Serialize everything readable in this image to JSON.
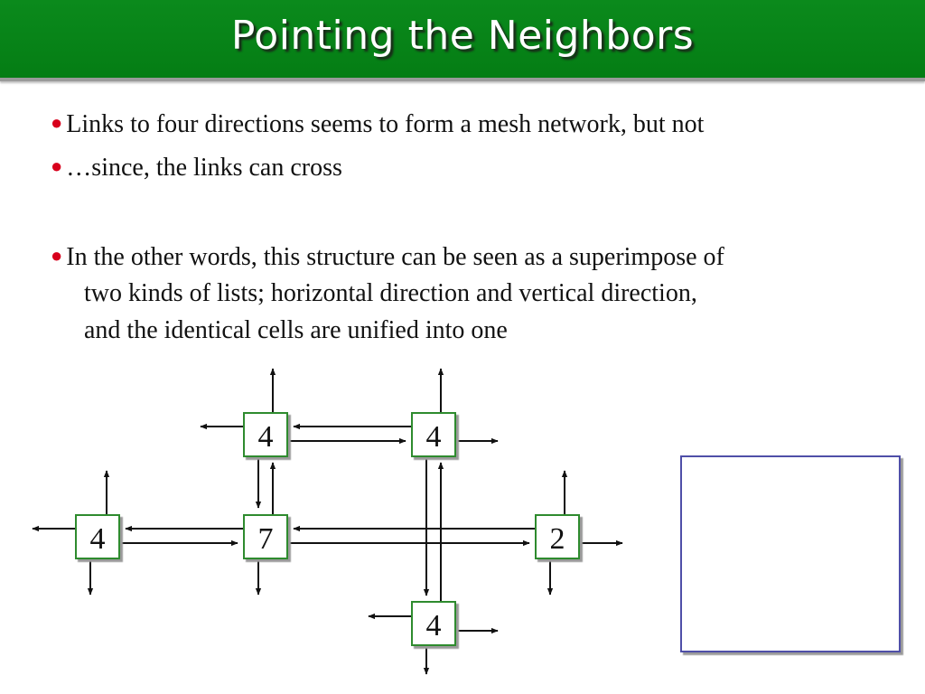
{
  "slide": {
    "title": "Pointing the Neighbors",
    "bullets": [
      {
        "lines": [
          "Links to four directions seems to form a mesh network, but not"
        ]
      },
      {
        "lines": [
          "…since, the links can cross"
        ]
      },
      {
        "lines": [
          "In the other words, this structure can be seen as a superimpose of",
          "two kinds of lists; horizontal direction and vertical direction,",
          "and the identical cells are unified into one"
        ]
      }
    ],
    "bullet_color": "#d8001c",
    "title_bar_color": "#0b8a1c"
  },
  "diagram": {
    "cells": [
      {
        "id": "top-left",
        "value": "4"
      },
      {
        "id": "top-right",
        "value": "4"
      },
      {
        "id": "mid-left",
        "value": "4"
      },
      {
        "id": "mid-center",
        "value": "7"
      },
      {
        "id": "mid-right",
        "value": "2"
      },
      {
        "id": "bottom",
        "value": "4"
      }
    ],
    "cell_border_color": "#2e8b2e",
    "side_box_border_color": "#5050a8"
  }
}
